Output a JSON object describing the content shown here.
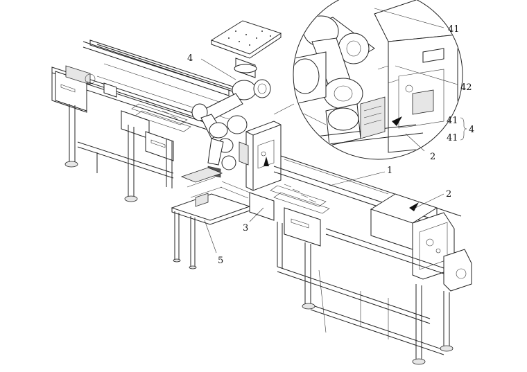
{
  "figure": {
    "callouts": [
      {
        "id": "c1",
        "text": "1"
      },
      {
        "id": "c2a",
        "text": "2"
      },
      {
        "id": "c2b",
        "text": "2"
      },
      {
        "id": "c3",
        "text": "3"
      },
      {
        "id": "c4",
        "text": "4"
      },
      {
        "id": "c5",
        "text": "5"
      },
      {
        "id": "c41a",
        "text": "41"
      },
      {
        "id": "c42",
        "text": "42"
      },
      {
        "id": "c41b",
        "text": "41"
      },
      {
        "id": "c41c",
        "text": "41"
      },
      {
        "id": "c4b",
        "text": "4"
      }
    ]
  }
}
